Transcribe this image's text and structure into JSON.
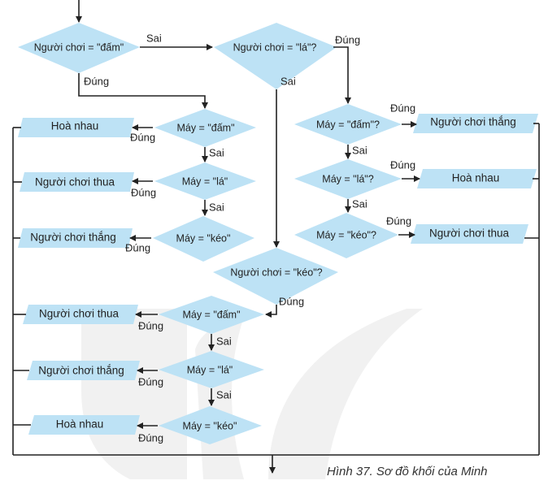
{
  "decisions": {
    "player_dam": "Người chơi = \"đấm\"",
    "player_la": "Người chơi = \"lá\"?",
    "player_keo": "Người chơi = \"kéo\"?",
    "a_may_dam": "Máy = \"đấm\"",
    "a_may_la": "Máy = \"lá\"",
    "a_may_keo": "Máy = \"kéo\"",
    "b_may_dam": "Máy = \"đấm\"?",
    "b_may_la": "Máy = \"lá\"?",
    "b_may_keo": "Máy = \"kéo\"?",
    "c_may_dam": "Máy = \"đấm\"",
    "c_may_la": "Máy = \"lá\"",
    "c_may_keo": "Máy = \"kéo\""
  },
  "outputs": {
    "a1": "Hoà nhau",
    "a2": "Người chơi thua",
    "a3": "Người chơi thắng",
    "b1": "Người chơi thắng",
    "b2": "Hoà nhau",
    "b3": "Người chơi thua",
    "c1": "Người chơi thua",
    "c2": "Người chơi thắng",
    "c3": "Hoà nhau"
  },
  "labels": {
    "true": "Đúng",
    "false": "Sai"
  },
  "caption": "Hình 37. Sơ đồ khối của Minh"
}
